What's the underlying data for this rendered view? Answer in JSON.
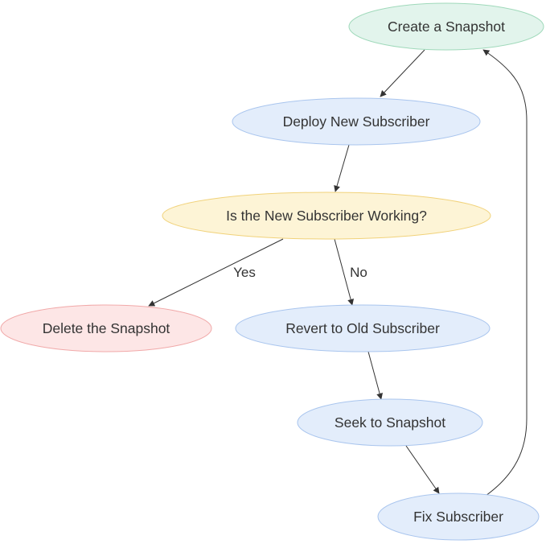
{
  "diagram": {
    "nodes": {
      "create_snapshot": {
        "label": "Create a Snapshot",
        "fill": "#e2f4ec",
        "stroke": "#9fd9ba"
      },
      "deploy_new": {
        "label": "Deploy New Subscriber",
        "fill": "#e3edfb",
        "stroke": "#a9c5ee"
      },
      "is_working": {
        "label": "Is the New Subscriber Working?",
        "fill": "#fdf4d6",
        "stroke": "#f1d27a"
      },
      "delete_snapshot": {
        "label": "Delete the Snapshot",
        "fill": "#fde6e6",
        "stroke": "#f1a9a9"
      },
      "revert_old": {
        "label": "Revert to Old Subscriber",
        "fill": "#e3edfb",
        "stroke": "#a9c5ee"
      },
      "seek_snapshot": {
        "label": "Seek to Snapshot",
        "fill": "#e3edfb",
        "stroke": "#a9c5ee"
      },
      "fix_subscriber": {
        "label": "Fix Subscriber",
        "fill": "#e3edfb",
        "stroke": "#a9c5ee"
      }
    },
    "edges": {
      "yes_label": "Yes",
      "no_label": "No"
    }
  }
}
